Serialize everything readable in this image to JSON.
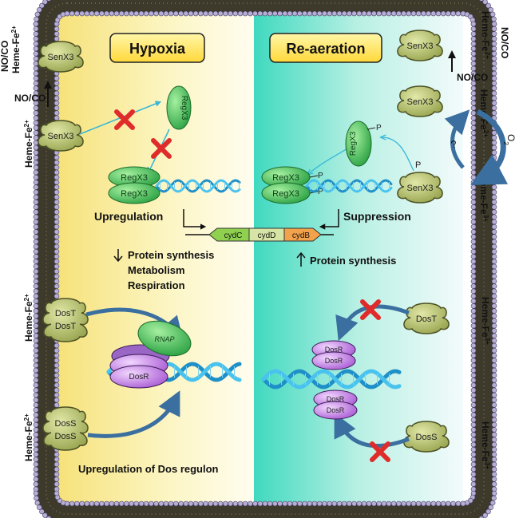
{
  "panels": {
    "left_title": "Hypoxia",
    "right_title": "Re-aeration"
  },
  "labels": {
    "upregulation": "Upregulation",
    "suppression": "Suppression",
    "protein_synthesis_down": "Protein synthesis",
    "metabolism": "Metabolism",
    "respiration": "Respiration",
    "protein_synthesis_up": "Protein synthesis",
    "upregulation_dos": "Upregulation of Dos regulon",
    "question": "?",
    "o2": "O",
    "o2_sub": "2"
  },
  "proteins": {
    "senx3": "SenX3",
    "regx3": "RegX3",
    "dost": "DosT",
    "doss": "DosS",
    "dosr": "DosR",
    "rnap": "RNAP",
    "cydc": "cydC",
    "cydd": "cydD",
    "cydb": "cydB",
    "phospho": "P"
  },
  "ligands": {
    "heme": "Heme-Fe",
    "charge2": "2+",
    "charge3": "3+",
    "noco": "NO/CO"
  },
  "colors": {
    "membrane": "#3d3a2c",
    "lipid_head": "#b7aed6",
    "left_bg": "#fbf2a6",
    "right_bg": "#63dec8",
    "protein_green": "#b8c46e",
    "regx3_green": "#39b54a",
    "dosr_purple": "#c77de0",
    "dna_blue": "#2aa9e0",
    "arrow_blue": "#3a6fa0",
    "red_x": "#e02b2b",
    "title_box": "#ffe95c"
  }
}
